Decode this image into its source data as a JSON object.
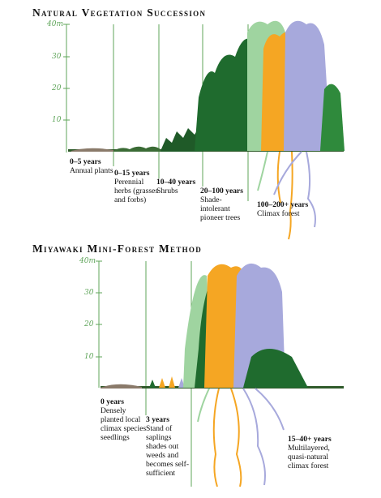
{
  "top": {
    "title": "Natural Vegetation Succession",
    "axis_ticks": [
      "40m",
      "30",
      "20",
      "10"
    ],
    "stages": [
      {
        "years": "0–5 years",
        "desc": "Annual plants"
      },
      {
        "years": "0–15 years",
        "desc": "Perennial herbs (grasses and forbs)"
      },
      {
        "years": "10–40 years",
        "desc": "Shrubs"
      },
      {
        "years": "20–100 years",
        "desc": "Shade-intolerant pioneer trees"
      },
      {
        "years": "100–200+ years",
        "desc": "Climax forest"
      }
    ]
  },
  "bottom": {
    "title": "Miyawaki Mini-Forest Method",
    "axis_ticks": [
      "40m",
      "30",
      "20",
      "10"
    ],
    "stages": [
      {
        "years": "0 years",
        "desc": "Densely planted local climax species seedlings"
      },
      {
        "years": "3 years",
        "desc": "Stand of saplings shades out weeds and becomes self-sufficient"
      },
      {
        "years": "15–40+ years",
        "desc": "Multilayered, quasi-natural climax forest"
      }
    ]
  },
  "colors": {
    "dark_green": "#1f6b2e",
    "mid_green": "#2f8a3c",
    "light_green": "#9fd4a0",
    "orange": "#f5a623",
    "lavender": "#a7a9dc",
    "axis_green": "#5fa55a",
    "soil": "#8a7a6a"
  }
}
